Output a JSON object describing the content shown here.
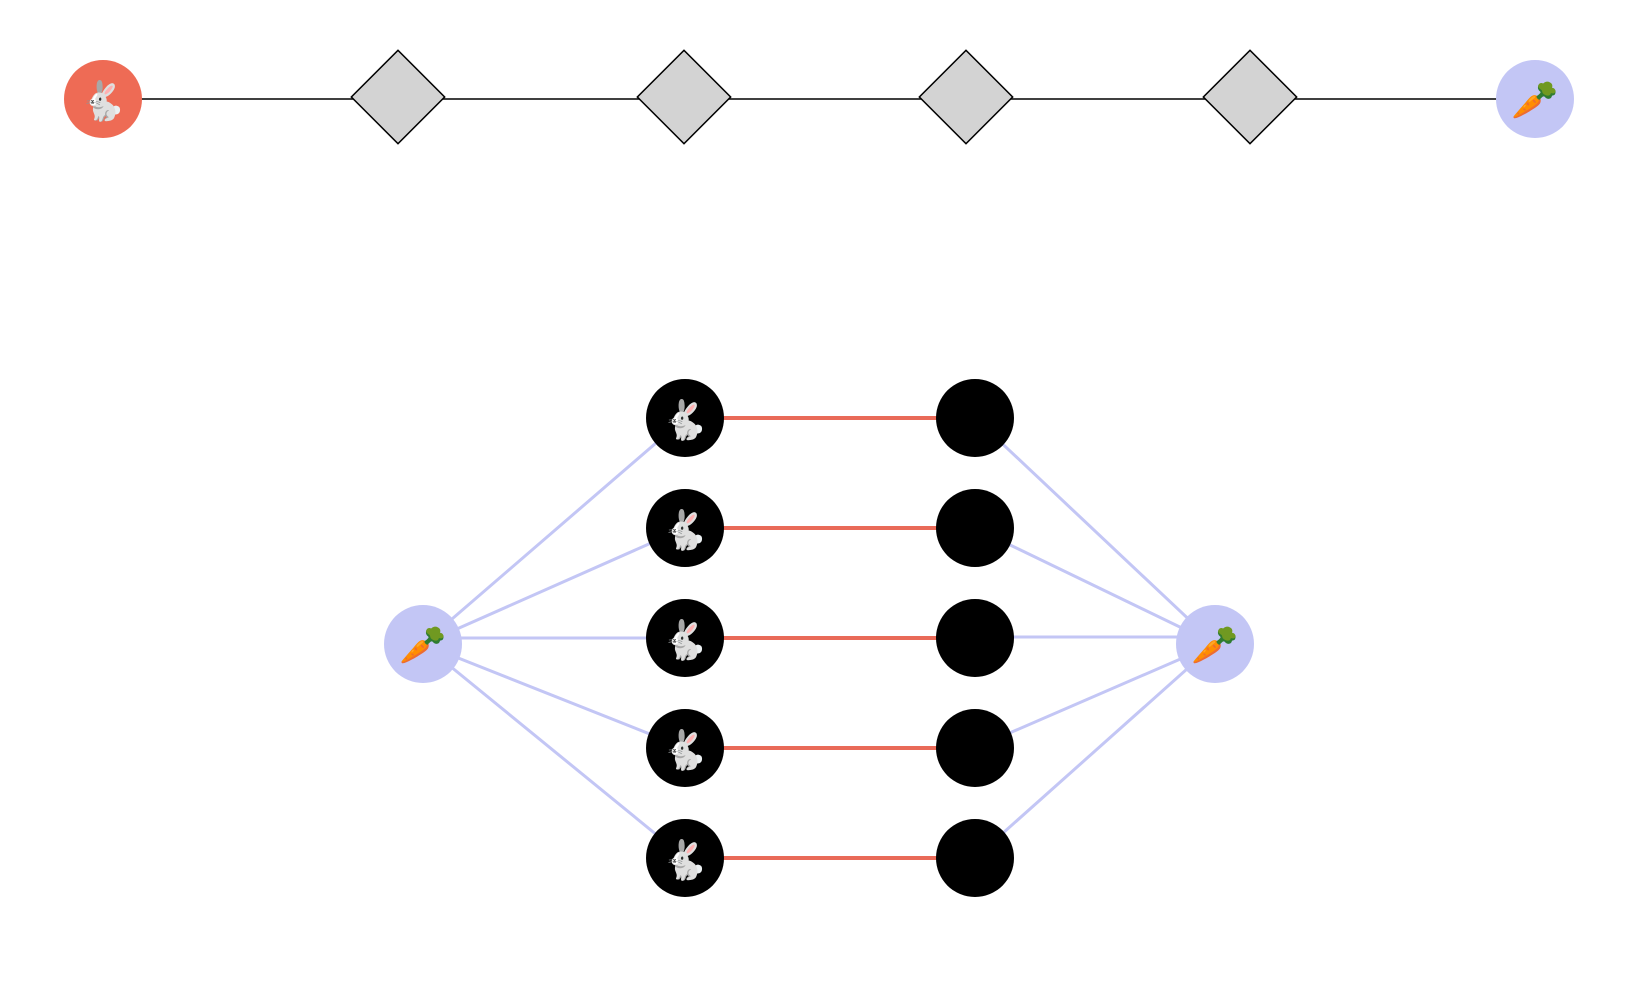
{
  "colors": {
    "rabbit_node": "#ee6b55",
    "carrot_node": "#c3c6f5",
    "step_node": "#d3d3d3",
    "step_outline": "#000000",
    "path_highlight": "#f0b63c",
    "base_edge": "#000000",
    "pair_edge": "#e96a58",
    "source_edge": "#c3c6f5",
    "pair_node": "#000000"
  },
  "icons": {
    "rabbit": "🐇",
    "carrot": "🥕"
  },
  "top_chain": {
    "start_icon": "rabbit-icon",
    "end_icon": "carrot-icon",
    "step_count": 4,
    "highlighted_segments": 4
  },
  "bottom_graph": {
    "left_hub_icon": "carrot-icon",
    "right_hub_icon": "carrot-icon",
    "pair_count": 5,
    "left_column_icon": "rabbit-icon"
  }
}
